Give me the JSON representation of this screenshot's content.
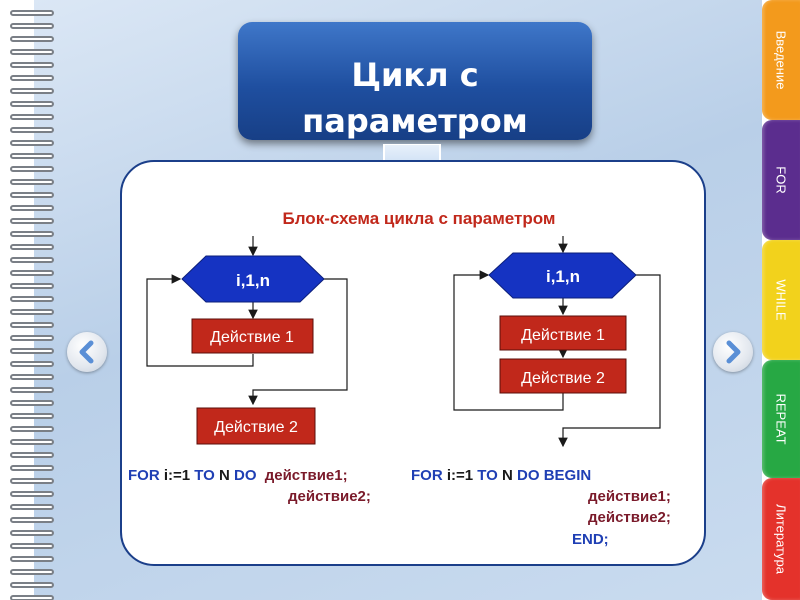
{
  "slide": {
    "title_line1": "Цикл с",
    "title_line2": "параметром",
    "heading": "Блок-схема цикла с параметром"
  },
  "left_flowchart": {
    "header": "i,1,n",
    "action1": "Действие 1",
    "action2": "Действие 2"
  },
  "right_flowchart": {
    "header": "i,1,n",
    "action1": "Действие 1",
    "action2": "Действие 2"
  },
  "left_code": {
    "kw_for": "FOR",
    "var_assign": "i:=1",
    "kw_to": "TO",
    "var_n": "N",
    "kw_do": "DO",
    "action1": "действие1;",
    "action2": "действие2;"
  },
  "right_code": {
    "kw_for": "FOR",
    "var_assign": "i:=1",
    "kw_to": "TO",
    "var_n": "N",
    "kw_do": "DO",
    "kw_begin": "BEGIN",
    "action1": "действие1;",
    "action2": "действие2;",
    "kw_end": "END;"
  },
  "side_tabs": [
    {
      "label": "Введение",
      "color": "#f39a1c"
    },
    {
      "label": "FOR",
      "color": "#5b2d8e"
    },
    {
      "label": "WHILE",
      "color": "#f2d21c"
    },
    {
      "label": "REPEAT",
      "color": "#27a844"
    },
    {
      "label": "Литература",
      "color": "#e4322b"
    }
  ],
  "nav": {
    "prev_icon": "chevron-left-icon",
    "next_icon": "chevron-right-icon"
  },
  "colors": {
    "title_bg": "#1f4fa0",
    "decision_fill": "#1533c2",
    "action_fill": "#c1281b",
    "keyword_blue": "#1f3fb4"
  }
}
